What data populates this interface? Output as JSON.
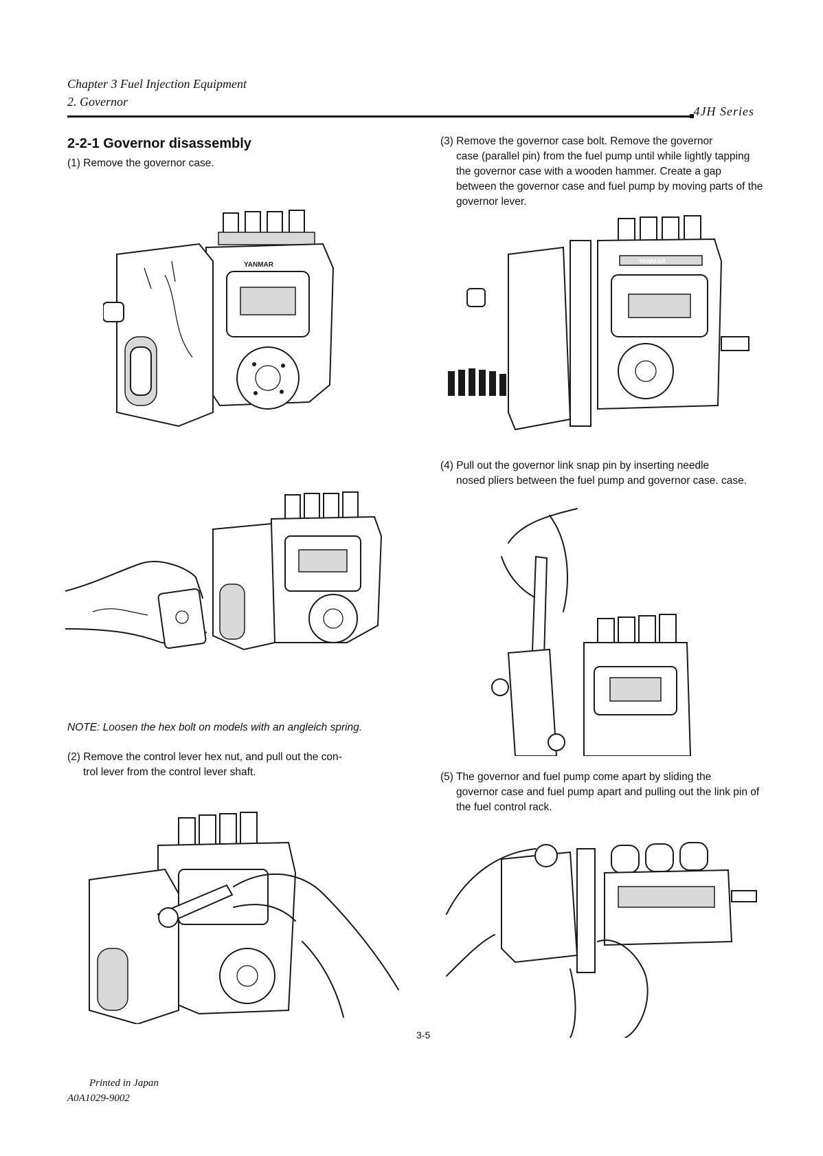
{
  "header": {
    "chapter": "Chapter 3 Fuel Injection Equipment",
    "section": "2. Governor",
    "series": "4JH Series"
  },
  "content": {
    "section_title": "2-2-1 Governor disassembly",
    "step1": "(1) Remove the governor case.",
    "note_label": "NOTE:",
    "note_text": "Loosen the hex bolt on models with an angleich spring.",
    "step2_lead": "(2) Remove the control lever hex nut, and pull out the con-",
    "step2_cont": "trol lever from the control lever shaft.",
    "step3_lead": "(3) Remove the governor case bolt. Remove the governor",
    "step3_cont": "case (parallel pin) from the fuel pump until while lightly tapping the governor case with a wooden hammer. Create a gap between the governor case and fuel pump by moving parts of the governor lever.",
    "step4_lead": "(4) Pull out the governor link snap pin by inserting needle",
    "step4_cont": "nosed pliers between the fuel pump and governor case. case.",
    "step5_lead": "(5) The governor and fuel pump come apart by sliding the",
    "step5_cont": "governor case and fuel pump apart and pulling out the link pin of the fuel control rack."
  },
  "figures": {
    "pump_label": "YANMAR"
  },
  "footer": {
    "page_number": "3-5",
    "printed": "Printed in Japan",
    "code": "A0A1029-9002"
  }
}
